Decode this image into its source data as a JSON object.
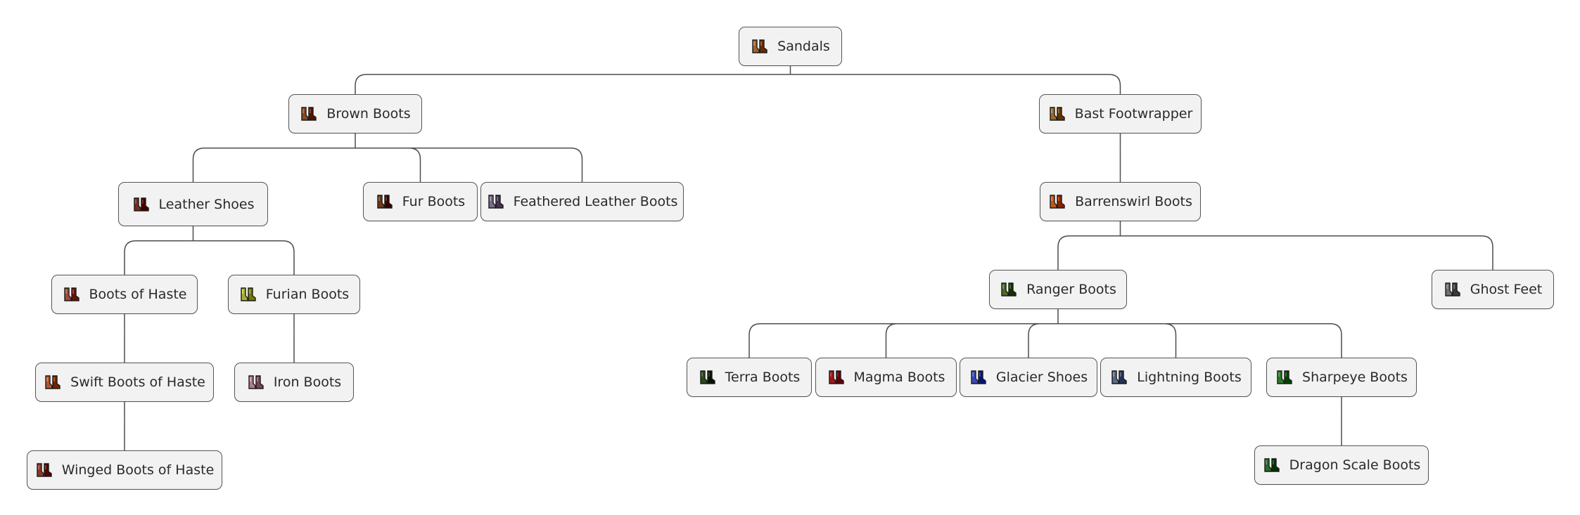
{
  "diagram": {
    "root": "sandals",
    "nodes": [
      {
        "id": "sandals",
        "label": "Sandals",
        "icon": "sandals-icon",
        "color": "#a0622e",
        "parent": null
      },
      {
        "id": "brown",
        "label": "Brown Boots",
        "icon": "brown-boots-icon",
        "color": "#8a4a22",
        "parent": "sandals"
      },
      {
        "id": "bast",
        "label": "Bast Footwrapper",
        "icon": "bast-footwrapper-icon",
        "color": "#9a6a2a",
        "parent": "sandals"
      },
      {
        "id": "leather",
        "label": "Leather Shoes",
        "icon": "leather-shoes-icon",
        "color": "#7a2a1a",
        "parent": "brown"
      },
      {
        "id": "fur",
        "label": "Fur Boots",
        "icon": "fur-boots-icon",
        "color": "#6b3a1a",
        "parent": "brown"
      },
      {
        "id": "feathered",
        "label": "Feathered Leather Boots",
        "icon": "feathered-leather-boots-icon",
        "color": "#7a6a8a",
        "parent": "brown"
      },
      {
        "id": "haste",
        "label": "Boots of Haste",
        "icon": "boots-of-haste-icon",
        "color": "#a04a3a",
        "parent": "leather"
      },
      {
        "id": "furian",
        "label": "Furian Boots",
        "icon": "furian-boots-icon",
        "color": "#a8b030",
        "parent": "leather"
      },
      {
        "id": "swift",
        "label": "Swift Boots of Haste",
        "icon": "swift-boots-of-haste-icon",
        "color": "#b0582a",
        "parent": "haste"
      },
      {
        "id": "iron",
        "label": "Iron Boots",
        "icon": "iron-boots-icon",
        "color": "#b07a90",
        "parent": "furian"
      },
      {
        "id": "winged",
        "label": "Winged Boots of Haste",
        "icon": "winged-boots-of-haste-icon",
        "color": "#8a3a2a",
        "parent": "swift"
      },
      {
        "id": "barren",
        "label": "Barrenswirl Boots",
        "icon": "barrenswirl-boots-icon",
        "color": "#c0581a",
        "parent": "bast"
      },
      {
        "id": "ranger",
        "label": "Ranger Boots",
        "icon": "ranger-boots-icon",
        "color": "#4a6a2a",
        "parent": "barren"
      },
      {
        "id": "ghost",
        "label": "Ghost Feet",
        "icon": "ghost-feet-icon",
        "color": "#707070",
        "parent": "barren"
      },
      {
        "id": "terra",
        "label": "Terra Boots",
        "icon": "terra-boots-icon",
        "color": "#2a4a1a",
        "parent": "ranger"
      },
      {
        "id": "magma",
        "label": "Magma Boots",
        "icon": "magma-boots-icon",
        "color": "#9a1a1a",
        "parent": "ranger"
      },
      {
        "id": "glacier",
        "label": "Glacier Shoes",
        "icon": "glacier-shoes-icon",
        "color": "#3a4ab0",
        "parent": "ranger"
      },
      {
        "id": "lightning",
        "label": "Lightning Boots",
        "icon": "lightning-boots-icon",
        "color": "#5a6a8a",
        "parent": "ranger"
      },
      {
        "id": "sharpeye",
        "label": "Sharpeye Boots",
        "icon": "sharpeye-boots-icon",
        "color": "#2a7a2a",
        "parent": "ranger"
      },
      {
        "id": "dragon",
        "label": "Dragon Scale Boots",
        "icon": "dragon-scale-boots-icon",
        "color": "#2a6a2a",
        "parent": "sharpeye"
      }
    ]
  }
}
